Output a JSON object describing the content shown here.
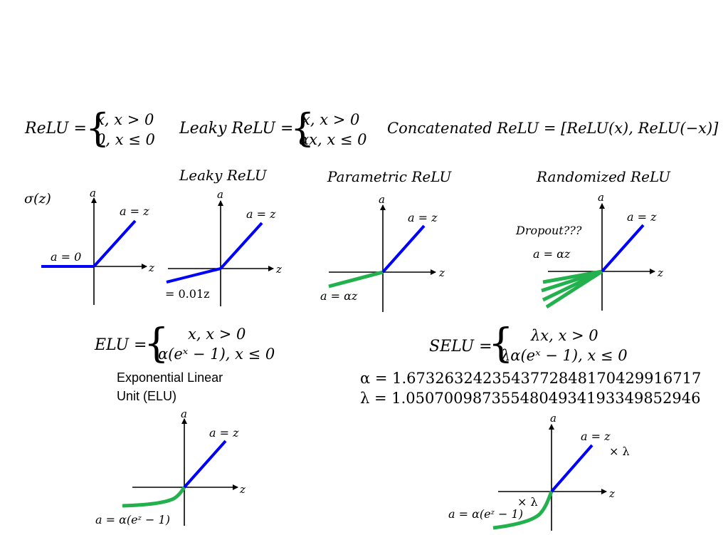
{
  "formulas": {
    "relu": {
      "lhs": "ReLU =",
      "case1": "x, x > 0",
      "case2": "0, x ≤ 0"
    },
    "leaky": {
      "lhs": "Leaky ReLU =",
      "case1": "x, x > 0",
      "case2": "αx, x ≤ 0"
    },
    "concat": {
      "text": "Concatenated ReLU = [ReLU(x), ReLU(−x)]"
    },
    "elu": {
      "lhs": "ELU =",
      "case1": "x, x > 0",
      "case2": "α(eˣ − 1), x ≤ 0"
    },
    "selu": {
      "lhs": "SELU =",
      "case1": "λx, x > 0",
      "case2": "λα(eˣ − 1), x ≤ 0"
    },
    "alpha_value": "α = 1.6732632423543772848170429916717",
    "lambda_value": "λ = 1.0507009873554804934193349852946"
  },
  "titles": {
    "leaky": "Leaky ReLU",
    "parametric": "Parametric ReLU",
    "randomized": "Randomized ReLU",
    "elu_name_line1": "Exponential Linear",
    "elu_name_line2": "Unit (ELU)"
  },
  "labels": {
    "sigma": "σ(z)",
    "axis_a": "a",
    "axis_z": "z",
    "identity": "a = z",
    "relu_zero": "a = 0",
    "leaky_slope": "= 0.01z",
    "param_slope": "a = αz",
    "dropout": "Dropout???",
    "rand_slope": "a = αz",
    "elu_neg": "a = α(eᶻ − 1)",
    "selu_neg": "a = α(eᶻ − 1)",
    "times_lambda": "× λ"
  },
  "colors": {
    "positive": "#0000ff",
    "negative": "#22b14c",
    "axis": "#000000"
  }
}
